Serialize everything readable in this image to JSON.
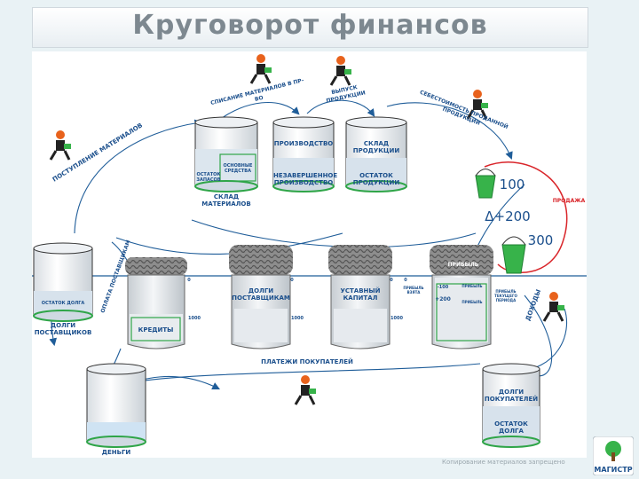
{
  "slide": {
    "title": "Круговорот финансов",
    "footer": "Копирование материалов запрещено",
    "logo_text": "МАГИСТР"
  },
  "labels": {
    "materials_arrival": "ПОСТУПЛЕНИЕ МАТЕРИАЛОВ",
    "materials_writeoff": "СПИСАНИЕ МАТЕРИАЛОВ В ПР-ВО",
    "production_output": "ВЫПУСК ПРОДУКЦИИ",
    "cost_of_sold": "СЕБЕСТОИМОСТЬ ПРОДАННОЙ ПРОДУКЦИИ",
    "materials_warehouse": "СКЛАД МАТЕРИАЛОВ",
    "wh_fixed_assets": "ОСНОВНЫЕ СРЕДСТВА",
    "wh_remainder": "ОСТАТОК ЗАПАСОВ",
    "production": "ПРОИЗВОДСТВО",
    "wip": "НЕЗАВЕРШЕННОЕ ПРОИЗВОДСТВО",
    "product_warehouse": "СКЛАД ПРОДУКЦИИ",
    "product_remainder": "ОСТАТОК ПРОДУКЦИИ",
    "sale": "ПРОДАЖА",
    "sale_100": "100",
    "sale_delta": "Δ+200",
    "sale_300": "300",
    "profit": "ПРИБЫЛЬ",
    "income": "ДОХОДЫ",
    "supplier_debt_remainder": "ОСТАТОК ДОЛГА",
    "supplier_debts": "ДОЛГИ ПОСТАВЩИКОВ",
    "supplier_payment": "ОПЛАТА ПОСТАВЩИКАМ",
    "bag1_top": "0",
    "bag1_bottom": "1000",
    "credits": "КРЕДИТЫ",
    "bag2_top": "0",
    "bag2_bottom": "1000",
    "debts_to_suppliers": "ДОЛГИ ПОСТАВЩИКАМ",
    "bag3_top": "0",
    "bag3_bottom": "1000",
    "charter_capital": "УСТАВНЫЙ КАПИТАЛ",
    "bag4_top": "0",
    "profit_minus100": "-100",
    "profit_plus200": "+200",
    "bag4_note1": "ПРИБЫЛЬ ВЗЯТА",
    "bag4_note2": "ПРИБЫЛЬ",
    "bag4_note3": "ПРИБЫЛЬ ТЕКУЩЕГО ПЕРИОДА",
    "bag4_note4": "ПРИБЫЛЬ",
    "customer_payments": "ПЛАТЕЖИ ПОКУПАТЕЛЕЙ",
    "money": "ДЕНЬГИ",
    "customer_debts": "ДОЛГИ ПОКУПАТЕЛЕЙ",
    "customer_debt_remainder": "ОСТАТОК ДОЛГА"
  },
  "colors": {
    "accent": "#1b4f8c",
    "arrow": "#1f5d99",
    "water": "#cfe3f3",
    "green_rim": "#2fa548",
    "sale_red": "#d9252a",
    "bucket": "#37b34a",
    "figure": "#e8621c"
  }
}
